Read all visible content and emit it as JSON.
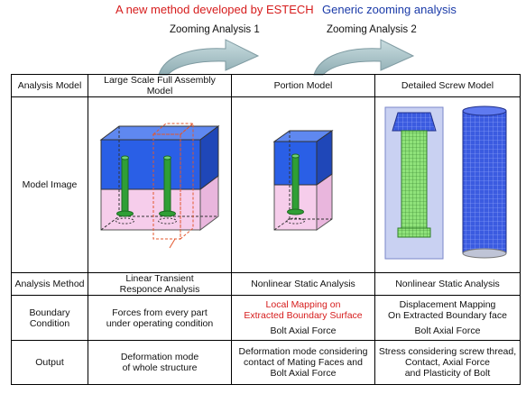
{
  "top": {
    "new_method": "A new method developed by ESTECH",
    "generic": "Generic zooming analysis",
    "zoom1": "Zooming Analysis 1",
    "zoom2": "Zooming Analysis 2"
  },
  "colors": {
    "title_red": "#d61c1c",
    "title_blue": "#1a3aa8",
    "block_blue": "#2a5fe6",
    "block_pink": "#f6cdeb",
    "bolt_green": "#2f9f35",
    "arrow_fill": "#a8c2c7"
  },
  "table": {
    "header": {
      "col1": "Analysis Model",
      "col2": "Large Scale Full Assembly Model",
      "col3": "Portion Model",
      "col4": "Detailed Screw Model"
    },
    "model_image": {
      "label": "Model Image"
    },
    "analysis_method": {
      "label": "Analysis Method",
      "col2_line1": "Linear Transient",
      "col2_line2": "Responce Analysis",
      "col3": "Nonlinear Static Analysis",
      "col4": "Nonlinear Static Analysis"
    },
    "boundary": {
      "label_line1": "Boundary",
      "label_line2": "Condition",
      "col2_line1": "Forces from every part",
      "col2_line2": "under operating condition",
      "col3_red_line1": "Local Mapping on",
      "col3_red_line2": "Extracted Boundary Surface",
      "col3_line3": "Bolt Axial Force",
      "col4_line1": "Displacement Mapping",
      "col4_line2": "On Extracted Boundary face",
      "col4_line3": "Bolt Axial Force"
    },
    "output": {
      "label": "Output",
      "col2_line1": "Deformation mode",
      "col2_line2": "of whole structure",
      "col3_line1": "Deformation mode considering",
      "col3_line2": "contact of Mating Faces and",
      "col3_line3": "Bolt Axial Force",
      "col4_line1": "Stress considering screw thread,",
      "col4_line2": "Contact, Axial Force",
      "col4_line3": "and Plasticity of Bolt"
    }
  }
}
